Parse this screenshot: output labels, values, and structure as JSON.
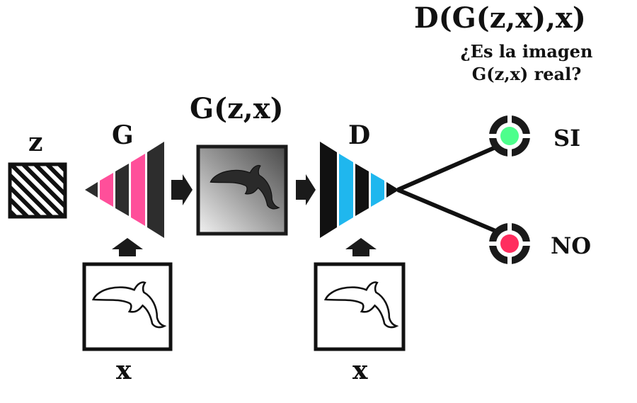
{
  "diagram": {
    "labels": {
      "z": "z",
      "generator": "G",
      "generated": "G(z,x)",
      "discriminator": "D",
      "condition_left": "x",
      "condition_right": "x",
      "output_title": "D(G(z,x),x)",
      "question_line1": "¿Es la imagen",
      "question_line2": "G(z,x) real?",
      "answer_yes": "SI",
      "answer_no": "NO"
    },
    "colors": {
      "generator_stripes": "#ff4f9a",
      "discriminator_stripes": "#1fb7ee",
      "yes_dot": "#4dff8c",
      "no_dot": "#ff2d5e",
      "ink": "#222222"
    },
    "icons": [
      "noise-square-icon",
      "dolphin-icon",
      "target-icon",
      "arrow-icon"
    ]
  }
}
